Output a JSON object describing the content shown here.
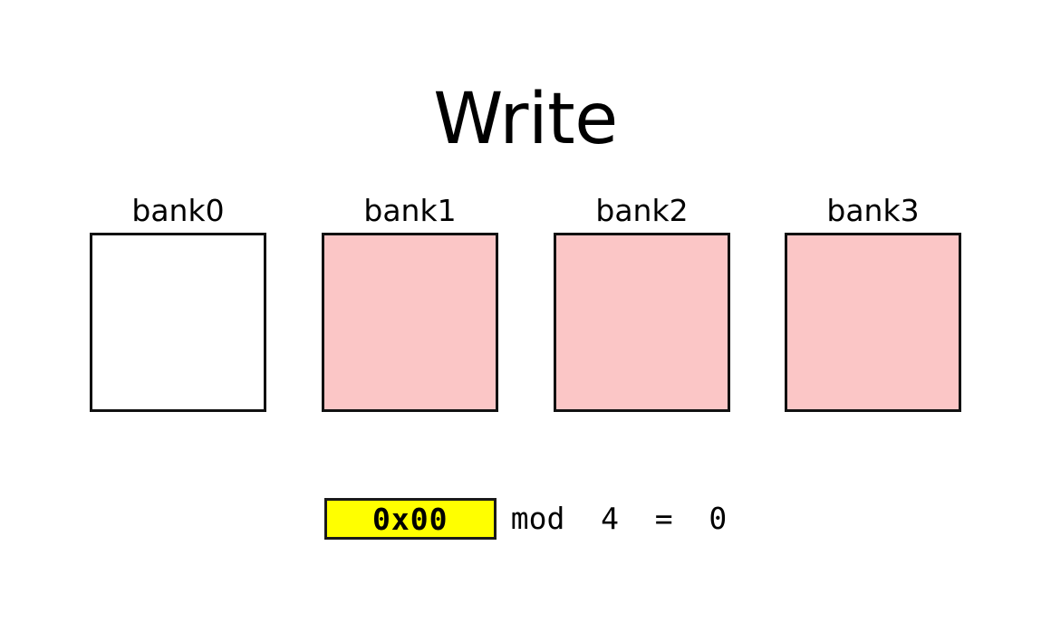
{
  "diagram": {
    "title": "Write",
    "background_color": "#ffffff",
    "banks": [
      {
        "label": "bank0",
        "state": "empty",
        "fill_color": "#ffffff"
      },
      {
        "label": "bank1",
        "state": "filled",
        "fill_color": "#fbc6c6"
      },
      {
        "label": "bank2",
        "state": "filled",
        "fill_color": "#fbc6c6"
      },
      {
        "label": "bank3",
        "state": "filled",
        "fill_color": "#fbc6c6"
      }
    ],
    "formula": {
      "address": "0x00",
      "address_highlight_color": "#ffff00",
      "expression": "mod  4  =  0",
      "operator": "mod",
      "modulus": "4",
      "equals": "=",
      "result": "0"
    }
  }
}
